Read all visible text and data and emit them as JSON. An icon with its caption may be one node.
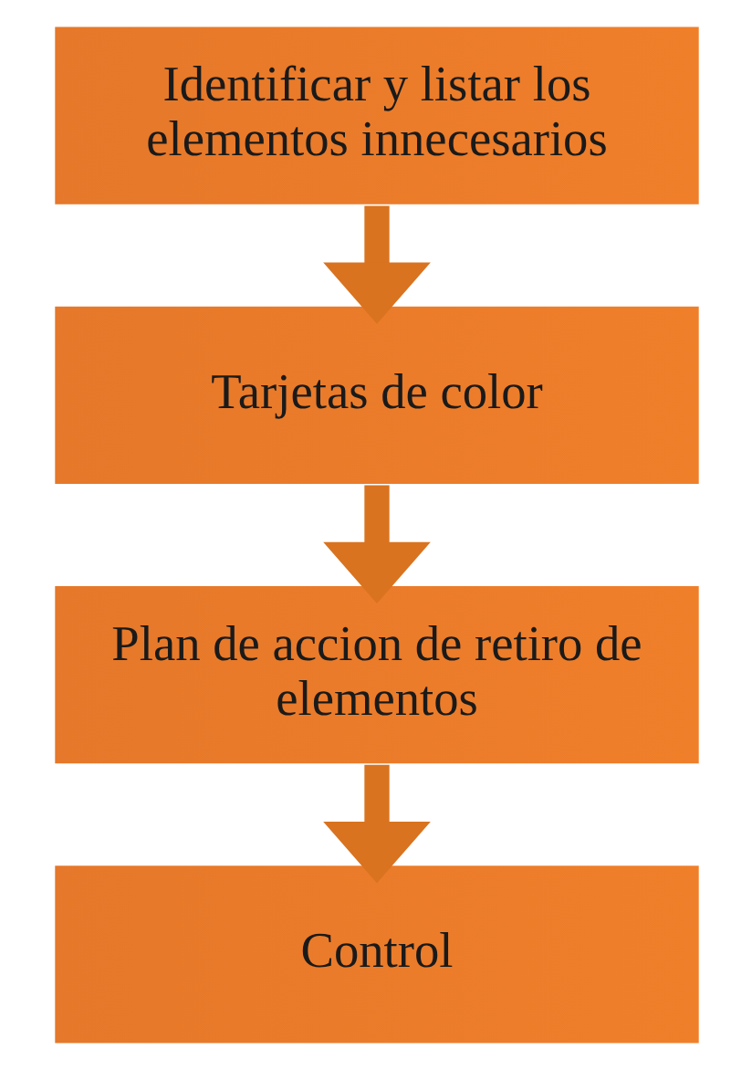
{
  "diagram": {
    "nodes": [
      {
        "text": [
          "Identificar y listar los elementos innecesarios"
        ]
      },
      {
        "text": [
          "Tarjetas de color"
        ]
      },
      {
        "text": [
          "Plan de accion de retiro de elementos"
        ]
      },
      {
        "text": [
          "Control"
        ]
      }
    ],
    "edges": [
      {
        "from": 0,
        "to": 1,
        "arrow": "to"
      },
      {
        "from": 1,
        "to": 2,
        "arrow": "to"
      },
      {
        "from": 2,
        "to": 3,
        "arrow": "to"
      }
    ]
  }
}
